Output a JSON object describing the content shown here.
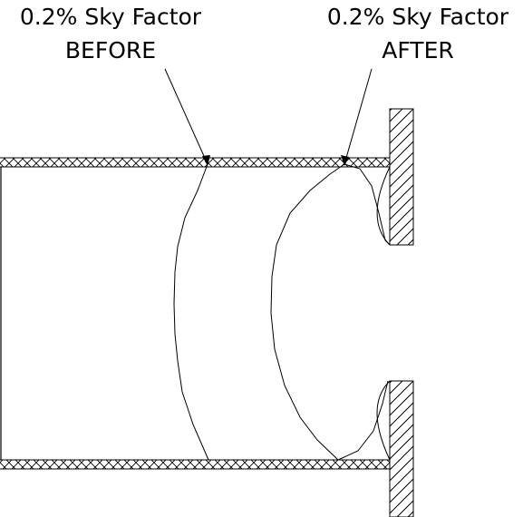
{
  "labels": {
    "before": {
      "line1": "0.2% Sky Factor",
      "line2": "BEFORE"
    },
    "after": {
      "line1": "0.2% Sky Factor",
      "line2": "AFTER"
    }
  },
  "colors": {
    "ink": "#000000",
    "background": "#ffffff"
  }
}
